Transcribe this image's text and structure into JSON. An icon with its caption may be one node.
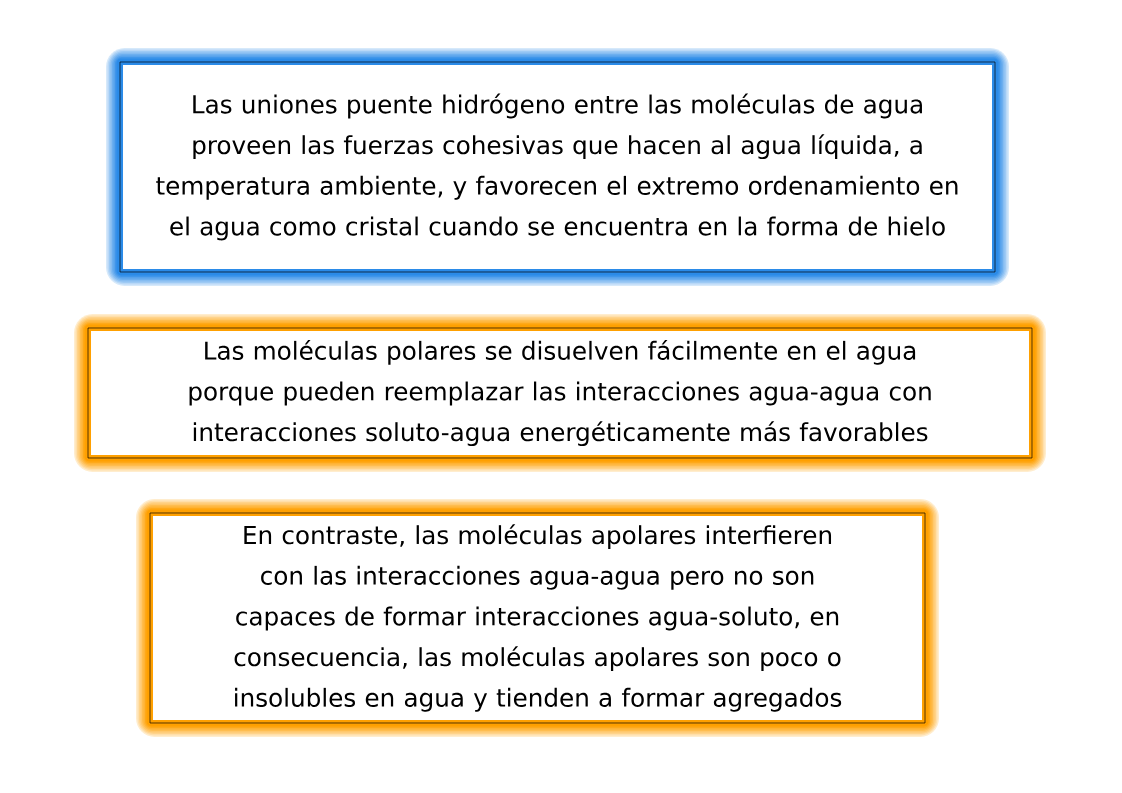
{
  "diagram": {
    "nodes": [
      {
        "text": [
          "Las uniones puente hidrógeno entre las moléculas de agua proveen las fuerzas cohesivas que hacen al agua líquida, a temperatura ambiente, y favorecen el extremo ordenamiento en el agua como cristal cuando se encuentra en la forma de hielo"
        ]
      },
      {
        "text": [
          "Las moléculas polares se disuelven fácilmente en el agua porque pueden reemplazar las interacciones agua-agua con interacciones soluto-agua energéticamente más favorables"
        ]
      },
      {
        "text": [
          "En contraste, las moléculas apolares interfieren con las interacciones agua-agua pero no son capaces de formar interacciones agua-soluto, en consecuencia, las moléculas apolares son poco o insolubles en agua y tienden a formar agregados"
        ]
      }
    ]
  }
}
